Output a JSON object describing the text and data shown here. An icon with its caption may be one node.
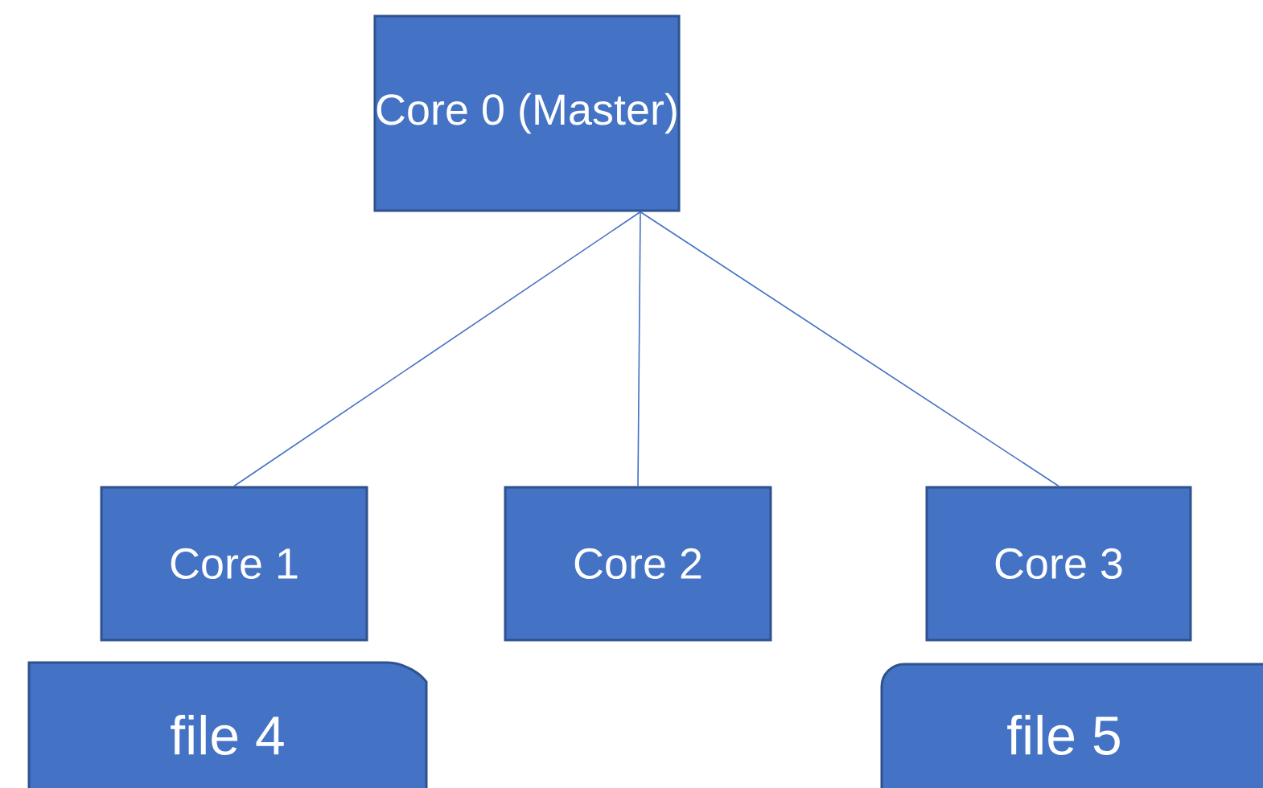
{
  "diagram": {
    "nodes": [
      {
        "text": [
          "Core 0 (Master)"
        ]
      },
      {
        "text": [
          "Core 1"
        ]
      },
      {
        "text": [
          "Core 2"
        ]
      },
      {
        "text": [
          "Core 3"
        ]
      },
      {
        "text": [
          "file 4"
        ]
      },
      {
        "text": [
          "file 5"
        ]
      }
    ],
    "edges": [
      {
        "from": 0,
        "to": 1,
        "arrow": "none"
      },
      {
        "from": 0,
        "to": 2,
        "arrow": "none"
      },
      {
        "from": 0,
        "to": 3,
        "arrow": "none"
      }
    ]
  }
}
